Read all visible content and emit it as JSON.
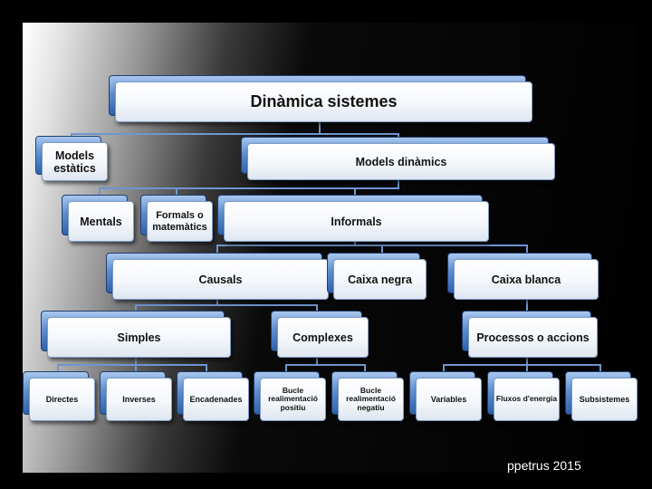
{
  "diagram": {
    "root": "Dinàmica sistemes",
    "level1": {
      "static": "Models estàtics",
      "dynamic": "Models dinàmics"
    },
    "level2": {
      "mental": "Mentals",
      "formal": "Formals o matemàtics",
      "informal": "Informals"
    },
    "level3": {
      "causal": "Causals",
      "blackbox": "Caixa negra",
      "whitebox": "Caixa blanca"
    },
    "level4": {
      "simple": "Simples",
      "complex": "Complexes",
      "processes": "Processos o accions"
    },
    "level5": {
      "direct": "Directes",
      "inverse": "Inverses",
      "chained": "Encadenades",
      "positive_loop": "Bucle realimentació positiu",
      "negative_loop": "Bucle realimentació negatiu",
      "variables": "Variables",
      "flows": "Fluxos d'energia",
      "subsystems": "Subsistemes"
    }
  },
  "credit": "ppetrus 2015",
  "colors": {
    "connector": "#6f95cf",
    "accent": "#3d6fb8"
  }
}
